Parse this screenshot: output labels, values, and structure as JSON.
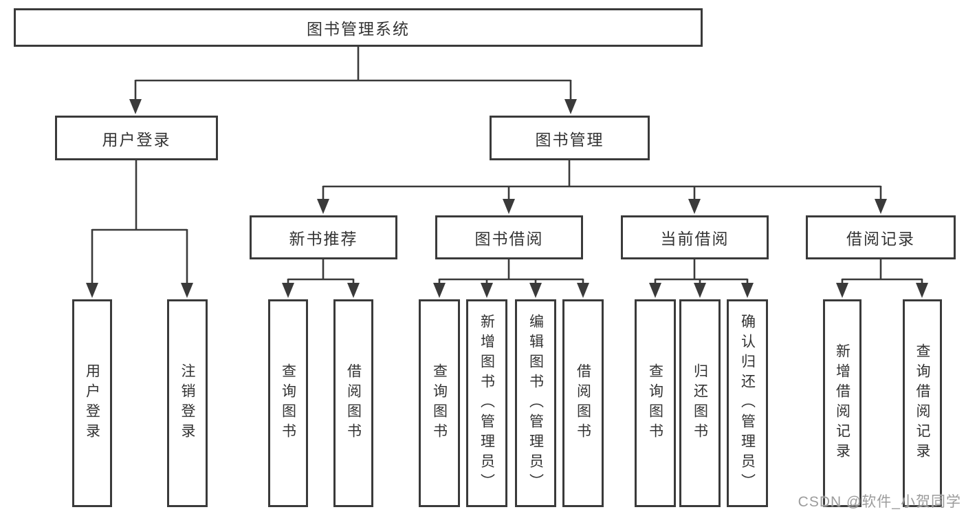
{
  "tree": {
    "root": {
      "label": "图书管理系统"
    },
    "branches": [
      {
        "label": "用户登录",
        "children": [
          {
            "label": "用户登录"
          },
          {
            "label": "注销登录"
          }
        ]
      },
      {
        "label": "图书管理",
        "sections": [
          {
            "label": "新书推荐",
            "children": [
              {
                "label": "查询图书"
              },
              {
                "label": "借阅图书"
              }
            ]
          },
          {
            "label": "图书借阅",
            "children": [
              {
                "label": "查询图书"
              },
              {
                "label": "新增图书（管理员）"
              },
              {
                "label": "编辑图书（管理员）"
              },
              {
                "label": "借阅图书"
              }
            ]
          },
          {
            "label": "当前借阅",
            "children": [
              {
                "label": "查询图书"
              },
              {
                "label": "归还图书"
              },
              {
                "label": "确认归还（管理员）"
              }
            ]
          },
          {
            "label": "借阅记录",
            "children": [
              {
                "label": "新增借阅记录"
              },
              {
                "label": "查询借阅记录"
              }
            ]
          }
        ]
      }
    ]
  },
  "colors": {
    "line": "#3a3a3a",
    "border": "#3a3a3a",
    "text": "#333333",
    "watermark": "#949494"
  },
  "watermark": {
    "text": "CSDN @软件_小贺同学"
  }
}
